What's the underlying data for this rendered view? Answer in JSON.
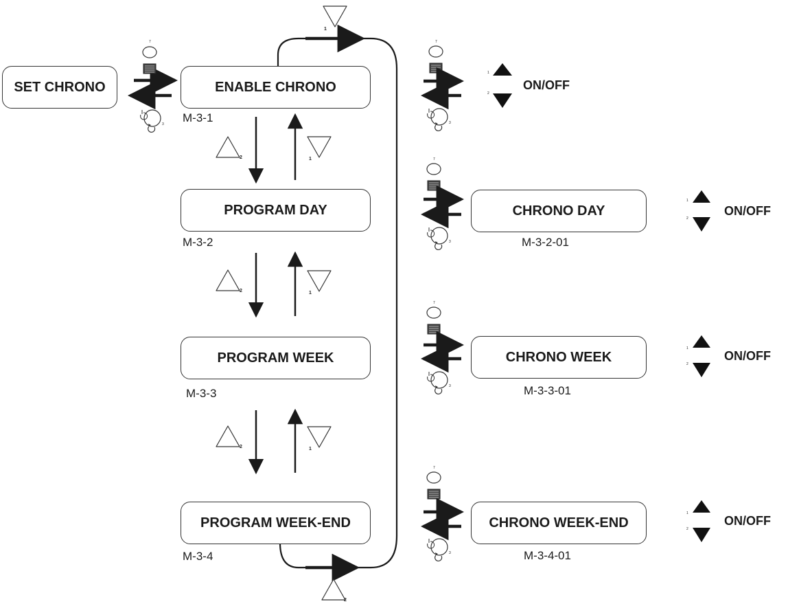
{
  "boxes": {
    "set_chrono": "SET CHRONO",
    "enable_chrono": "ENABLE CHRONO",
    "program_day": "PROGRAM DAY",
    "program_week": "PROGRAM WEEK",
    "program_weekend": "PROGRAM WEEK-END",
    "chrono_day": "CHRONO DAY",
    "chrono_week": "CHRONO WEEK",
    "chrono_weekend": "CHRONO WEEK-END"
  },
  "codes": {
    "enable_chrono": "M-3-1",
    "program_day": "M-3-2",
    "program_week": "M-3-3",
    "program_weekend": "M-3-4",
    "chrono_day": "M-3-2-01",
    "chrono_week": "M-3-3-01",
    "chrono_weekend": "M-3-4-01"
  },
  "toggle_label": "ON/OFF",
  "key_numbers": {
    "up": "1",
    "down": "2",
    "enter": "7",
    "exit": "3"
  },
  "icons": [
    "up-key-icon",
    "down-key-icon",
    "enter-key-icon",
    "exit-dial-icon",
    "arrow-icon"
  ],
  "colors": {
    "line": "#1a1a1a",
    "box_border": "#333333",
    "background": "#ffffff"
  }
}
